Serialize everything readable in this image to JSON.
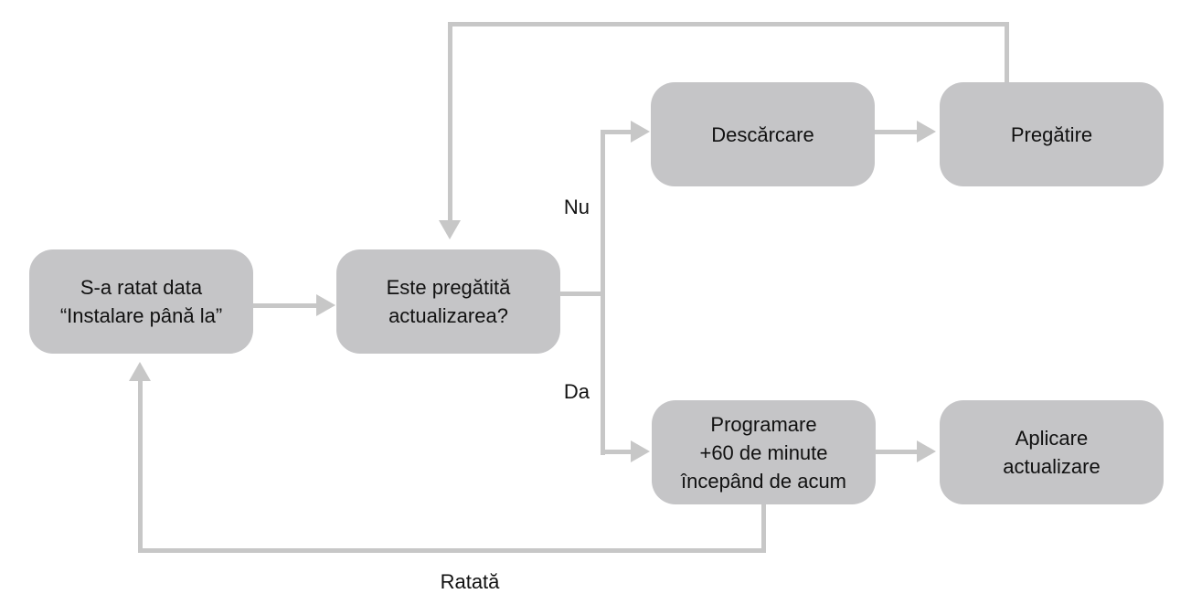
{
  "diagram": {
    "type": "flowchart",
    "nodes": [
      {
        "label": "S-a ratat data\n“Instalare până la”"
      },
      {
        "label": "Este pregătită\nactualizarea?"
      },
      {
        "label": "Descărcare"
      },
      {
        "label": "Pregătire"
      },
      {
        "label": "Programare\n+60 de minute\nîncepând de acum"
      },
      {
        "label": "Aplicare\nactualizare"
      }
    ],
    "edges": [
      {
        "from": "missed-date",
        "to": "update-ready",
        "label": ""
      },
      {
        "from": "update-ready",
        "to": "download",
        "label": "Nu"
      },
      {
        "from": "update-ready",
        "to": "schedule",
        "label": "Da"
      },
      {
        "from": "download",
        "to": "prepare",
        "label": ""
      },
      {
        "from": "prepare",
        "to": "update-ready",
        "label": ""
      },
      {
        "from": "schedule",
        "to": "apply",
        "label": ""
      },
      {
        "from": "schedule",
        "to": "missed-date",
        "label": "Ratată"
      }
    ],
    "colors": {
      "node_fill": "#c5c5c7",
      "line": "#c7c7c7",
      "text": "#111111",
      "background": "#ffffff"
    }
  }
}
